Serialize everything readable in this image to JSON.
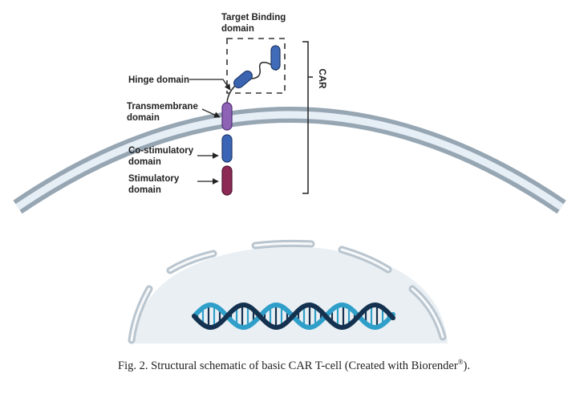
{
  "labels": {
    "target_binding": [
      "Target Binding",
      "domain"
    ],
    "hinge": "Hinge domain",
    "transmembrane": [
      "Transmembrane",
      "domain"
    ],
    "costimulatory": [
      "Co-stimulatory",
      "domain"
    ],
    "stimulatory": [
      "Stimulatory",
      "domain"
    ],
    "car": "CAR"
  },
  "caption": {
    "text": "Fig. 2.  Structural schematic of basic CAR T-cell (Created with Biorender",
    "sup": "®",
    "end": ")."
  },
  "colors": {
    "membrane_outer": "#97a6b3",
    "membrane_inner": "#e6eef6",
    "nucleus_fill": "#e9eff3",
    "nucleus_ring": "#b9c5cf",
    "target_domain": "#3f6bb8",
    "hinge_domain": "#3a63b0",
    "transmembrane_domain": "#8e63b5",
    "costimulatory_domain": "#3a65b6",
    "stimulatory_domain": "#8c2a55",
    "dna_dark": "#14324f",
    "dna_light": "#2f9fc9"
  }
}
